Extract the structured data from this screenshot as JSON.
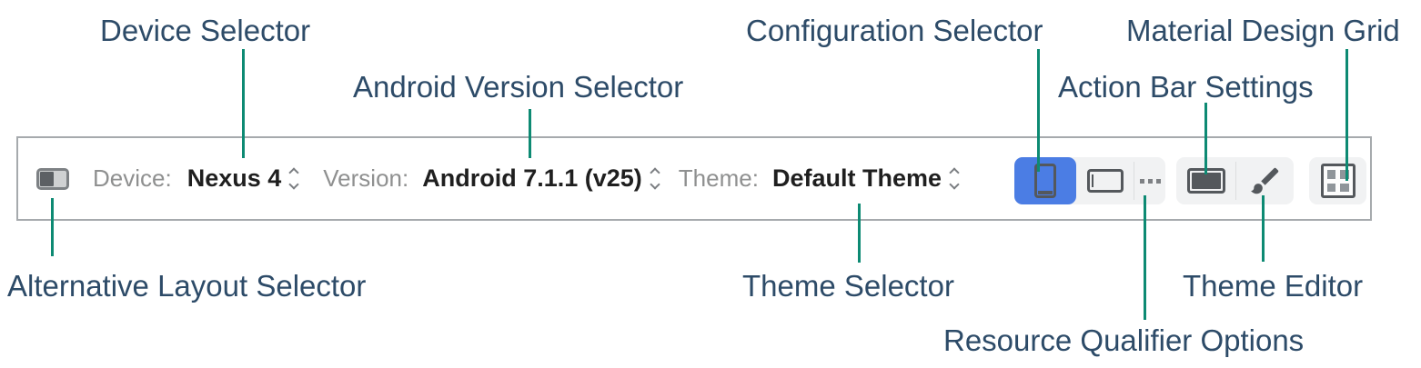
{
  "annotations": {
    "device_selector": "Device Selector",
    "android_version_selector": "Android Version Selector",
    "configuration_selector": "Configuration Selector",
    "material_design_grid": "Material Design Grid",
    "action_bar_settings": "Action Bar Settings",
    "alternative_layout_selector": "Alternative Layout Selector",
    "theme_selector": "Theme Selector",
    "theme_editor": "Theme Editor",
    "resource_qualifier_options": "Resource Qualifier Options"
  },
  "toolbar": {
    "device_label": "Device:",
    "device_value": "Nexus 4",
    "version_label": "Version:",
    "version_value": "Android 7.1.1 (v25)",
    "theme_label": "Theme:",
    "theme_value": "Default Theme"
  },
  "icons": {
    "alternative_layout": "alternative-layout-icon",
    "stepper": "up-down-stepper-icon",
    "portrait_configuration": "portrait-phone-icon",
    "landscape_configuration": "landscape-phone-icon",
    "resource_qualifier": "ellipsis-icon",
    "action_bar": "action-bar-icon",
    "theme_editor": "paintbrush-icon",
    "material_grid": "grid-icon"
  },
  "colors": {
    "annotation_text": "#2d4b68",
    "leader_line": "#0d8a73",
    "toolbar_border": "#a6aaad",
    "muted_label": "#8f9090",
    "value_text": "#1f1f1f",
    "icon_stroke": "#54585c",
    "selected_button_bg": "#4b7de4",
    "button_group_bg": "#f1f2f3",
    "separator": "#dcdedf"
  }
}
